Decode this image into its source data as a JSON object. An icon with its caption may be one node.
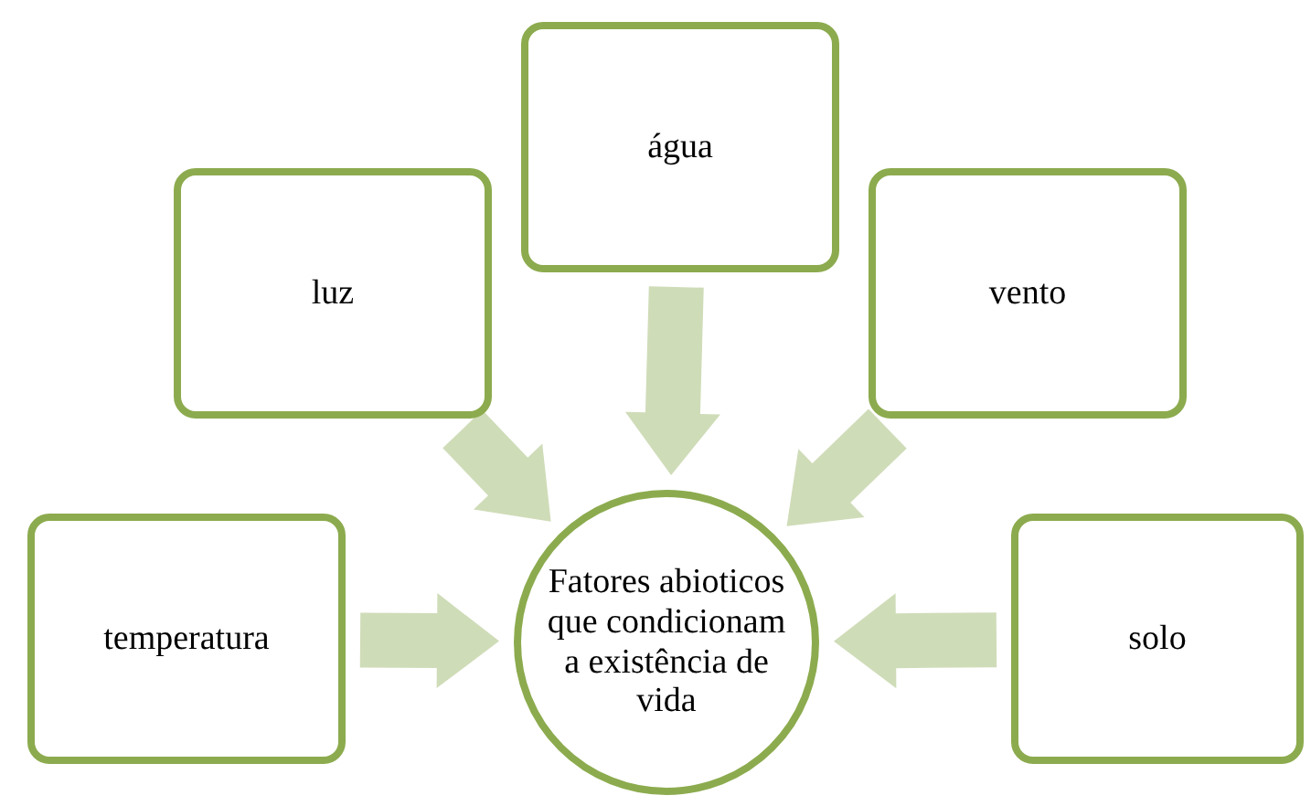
{
  "diagram": {
    "nodes": [
      {
        "text": [
          "Fatores abioticos que condicionam a existência de vida"
        ]
      },
      {
        "text": [
          "água"
        ]
      },
      {
        "text": [
          "luz"
        ]
      },
      {
        "text": [
          "vento"
        ]
      },
      {
        "text": [
          "temperatura"
        ]
      },
      {
        "text": [
          "solo"
        ]
      }
    ],
    "edges": [
      {
        "from": 1,
        "to": 0,
        "arrow": "to"
      },
      {
        "from": 2,
        "to": 0,
        "arrow": "to"
      },
      {
        "from": 3,
        "to": 0,
        "arrow": "to"
      },
      {
        "from": 4,
        "to": 0,
        "arrow": "to"
      },
      {
        "from": 5,
        "to": 0,
        "arrow": "to"
      }
    ]
  }
}
